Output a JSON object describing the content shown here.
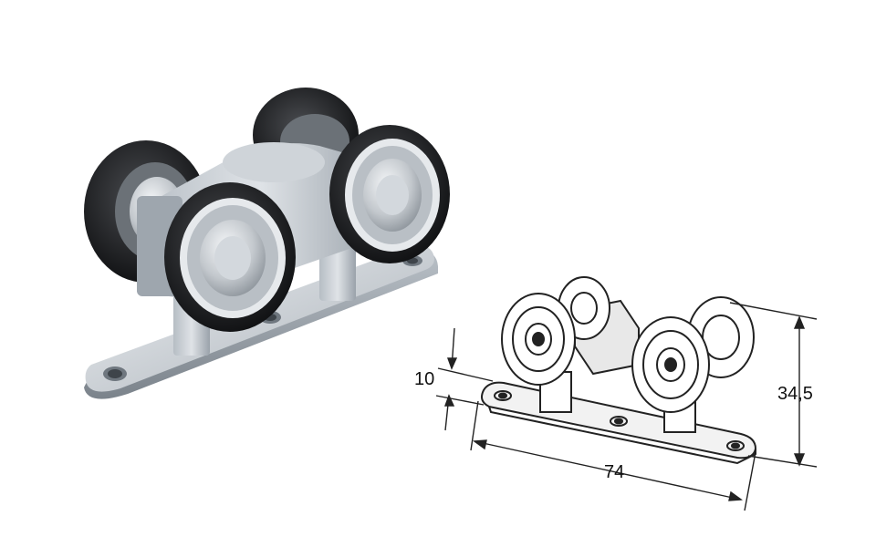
{
  "dimensions": {
    "height_label": "34,5",
    "base_height_label": "10",
    "length_label": "74"
  },
  "colors": {
    "wheel_black": "#1f1f22",
    "bearing_gray": "#c9cdd1",
    "metal_light": "#dde1e5",
    "metal_mid": "#aab1b8",
    "metal_dark": "#7d858d",
    "line_drawing": "#222222"
  }
}
